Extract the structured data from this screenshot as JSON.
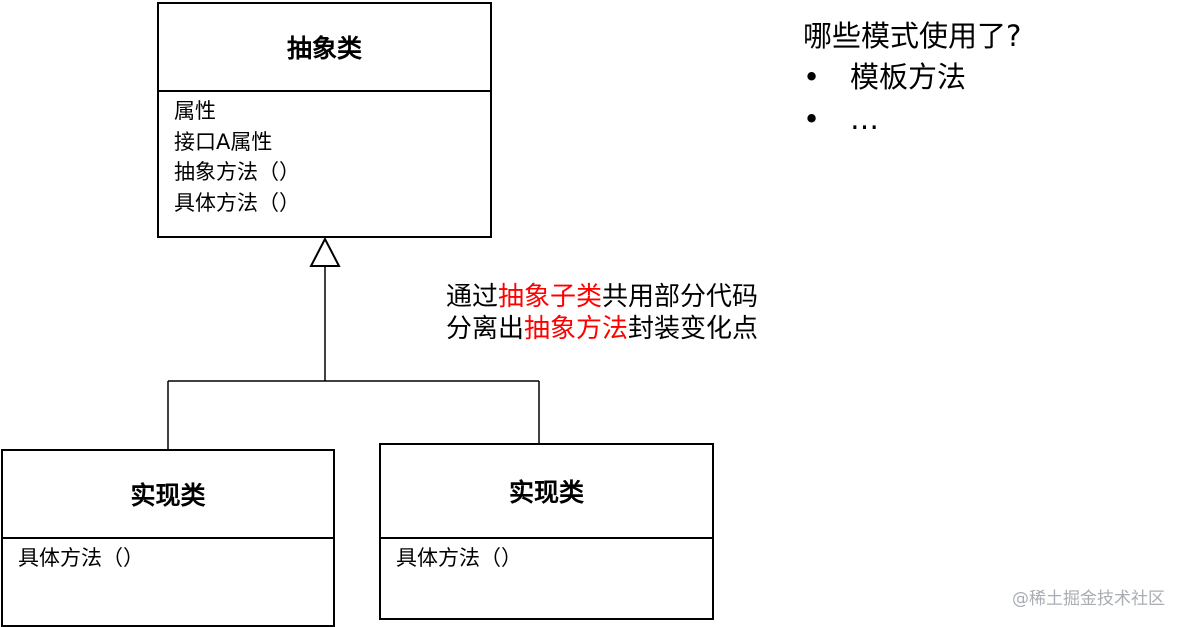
{
  "abstract_class": {
    "name": "抽象类",
    "members": [
      "属性",
      "接口A属性",
      "抽象方法（）",
      "具体方法（）"
    ]
  },
  "impl_classes": [
    {
      "name": "实现类",
      "members": [
        "具体方法（）"
      ]
    },
    {
      "name": "实现类",
      "members": [
        "具体方法（）"
      ]
    }
  ],
  "annotation": {
    "line1": {
      "prefix": "通过",
      "highlight": "抽象子类",
      "suffix": "共用部分代码"
    },
    "line2": {
      "prefix": "分离出",
      "highlight": "抽象方法",
      "suffix": "封装变化点"
    },
    "highlight_color": "#ff0000"
  },
  "pattern_note": {
    "question": "哪些模式使用了?",
    "items": [
      {
        "bullet": "•",
        "text": "模板方法"
      },
      {
        "bullet": "•",
        "text": "…"
      }
    ]
  },
  "watermark": "@稀土掘金技术社区"
}
